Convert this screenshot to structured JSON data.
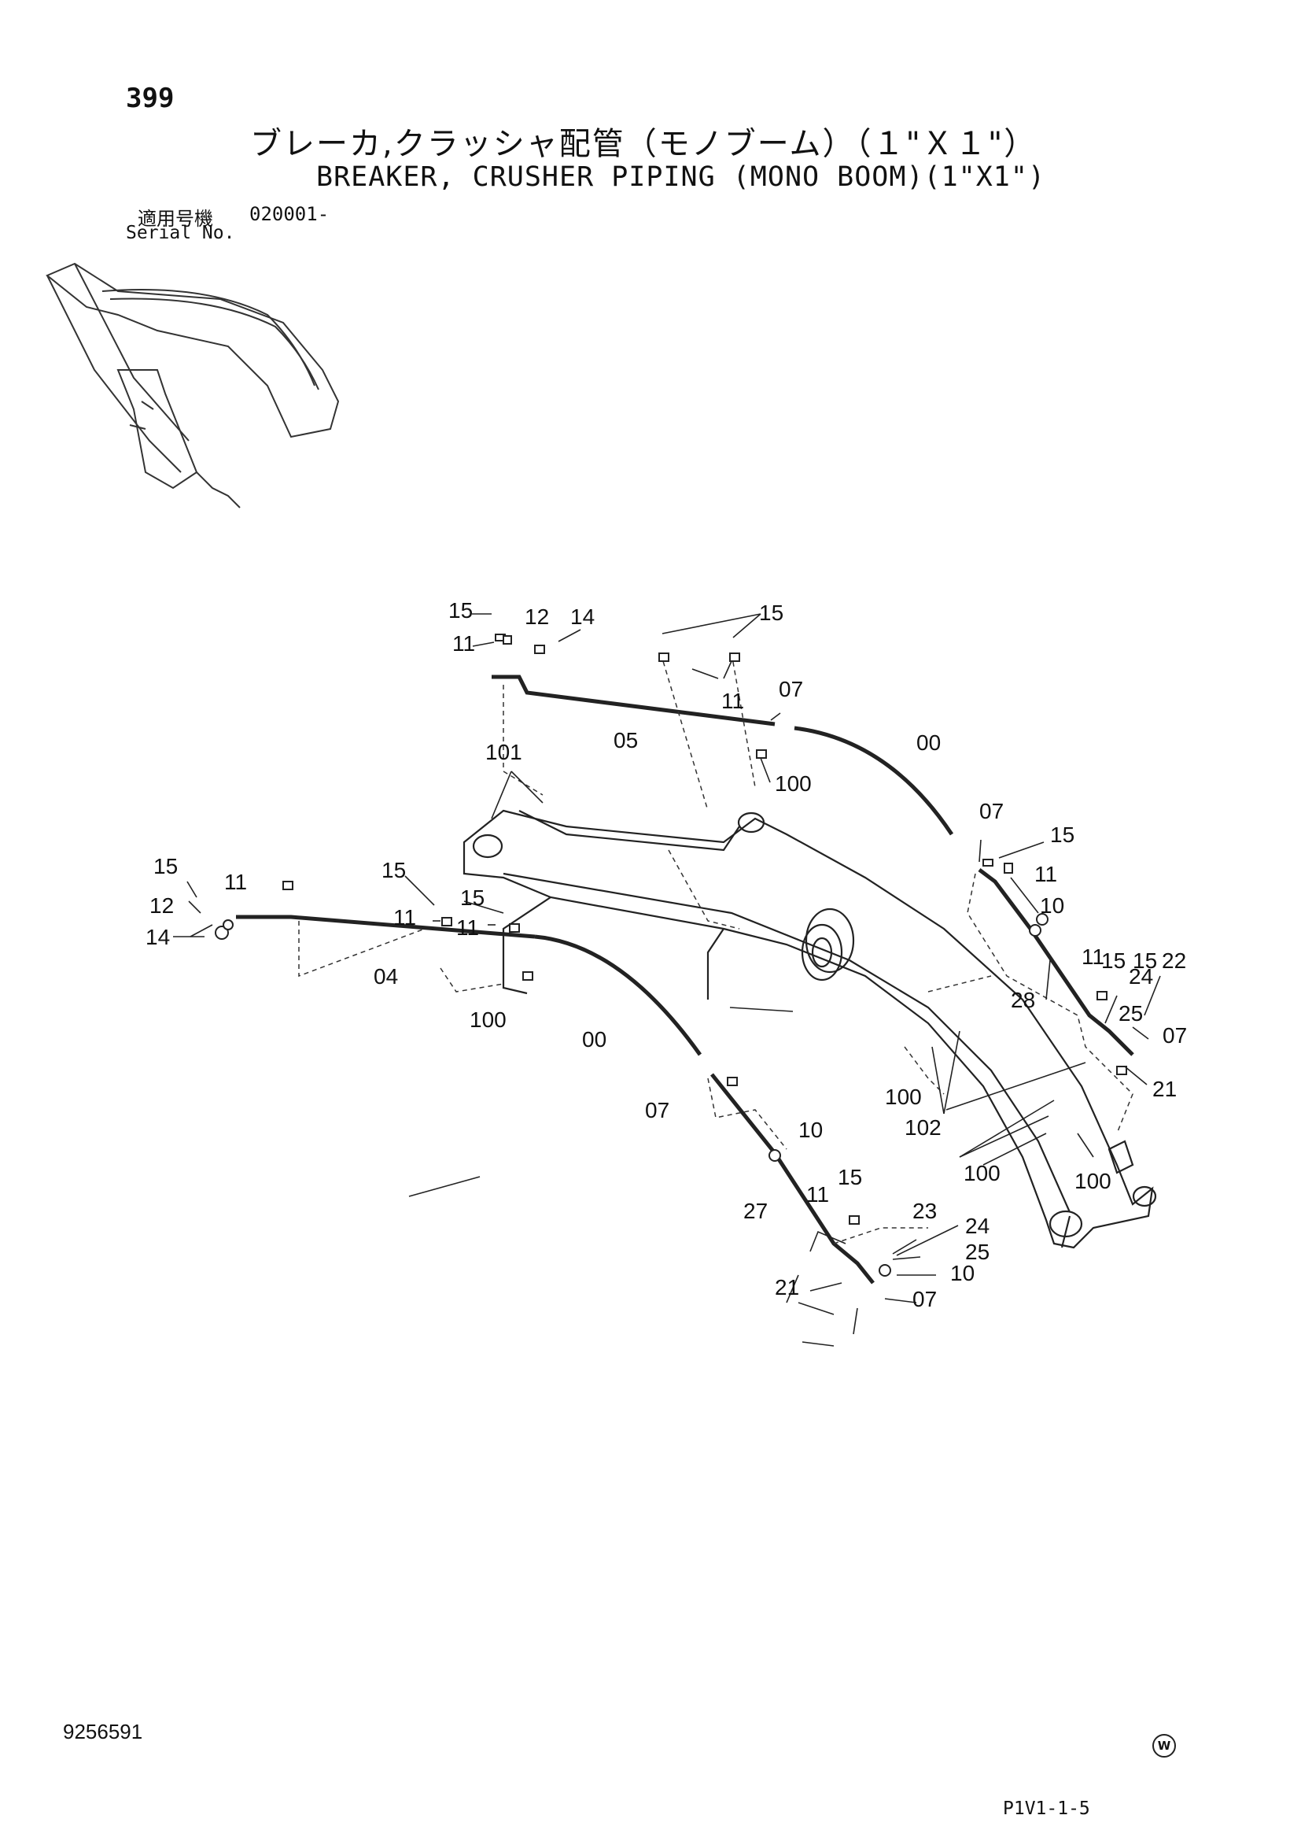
{
  "page_number": "399",
  "title_jp": "ブレーカ,クラッシャ配管（モノブーム）（１\"Ｘ１\"）",
  "title_en": "BREAKER, CRUSHER PIPING (MONO BOOM)(1\"X1\")",
  "serial": {
    "jp_label": "適用号機",
    "en_label": "Serial No.",
    "value": "020001-"
  },
  "document_number": "9256591",
  "page_code": "P1V1-1-5",
  "logo_letter": "W",
  "callouts": [
    "15",
    "12",
    "14",
    "11",
    "15",
    "11",
    "07",
    "05",
    "00",
    "101",
    "100",
    "07",
    "15",
    "11",
    "10",
    "15",
    "11",
    "12",
    "14",
    "04",
    "15",
    "11",
    "15",
    "11",
    "100",
    "00",
    "11",
    "15",
    "28",
    "15",
    "24",
    "22",
    "25",
    "07",
    "21",
    "100",
    "102",
    "100",
    "100",
    "07",
    "10",
    "11",
    "15",
    "27",
    "23",
    "24",
    "25",
    "10",
    "21",
    "07"
  ]
}
